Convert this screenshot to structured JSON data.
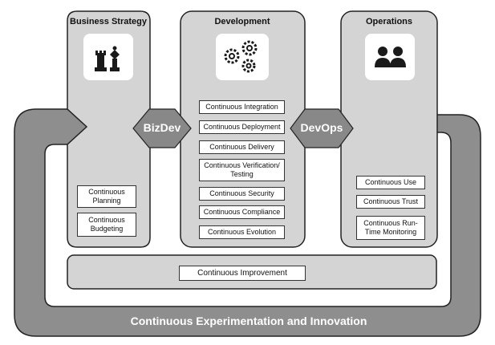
{
  "columns": {
    "business": {
      "title": "Business Strategy",
      "icon": "chess-pieces-icon",
      "items": [
        "Continuous Planning",
        "Continuous Budgeting"
      ]
    },
    "development": {
      "title": "Development",
      "icon": "gears-icon",
      "items": [
        "Continuous Integration",
        "Continuous Deployment",
        "Continuous Delivery",
        "Continuous Verification/ Testing",
        "Continuous Security",
        "Continuous Compliance",
        "Continuous Evolution"
      ]
    },
    "operations": {
      "title": "Operations",
      "icon": "people-icon",
      "items": [
        "Continuous Use",
        "Continuous Trust",
        "Continuous Run-Time Monitoring"
      ]
    }
  },
  "connectors": {
    "bizdev": "BizDev",
    "devops": "DevOps"
  },
  "improvement": "Continuous Improvement",
  "footer": "Continuous Experimentation and Innovation",
  "colors": {
    "panel_fill": "#d4d4d4",
    "loop_fill": "#8e8e8e",
    "arrow_fill": "#888888",
    "stroke": "#222222",
    "icon_bg": "#ffffff",
    "icon_fg": "#1a1a1a"
  }
}
